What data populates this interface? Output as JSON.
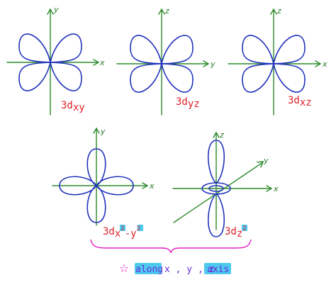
{
  "panels": [
    {
      "orbital": "3dxy",
      "label_main": "3d",
      "label_sub": "xy",
      "axis_h": "x",
      "axis_v": "y"
    },
    {
      "orbital": "3dyz",
      "label_main": "3d",
      "label_sub": "yz",
      "axis_h": "y",
      "axis_v": "z"
    },
    {
      "orbital": "3dxz",
      "label_main": "3d",
      "label_sub": "xz",
      "axis_h": "x",
      "axis_v": "z"
    },
    {
      "orbital": "3dx2-y2",
      "label_main": "3d",
      "label_sub_x": "x",
      "label_sup_2a": "2",
      "label_dash_y": "-y",
      "label_sup_2b": "2",
      "axis_h": "x",
      "axis_v": "y"
    },
    {
      "orbital": "3dz2",
      "label_main": "3d",
      "label_sub_z": "z",
      "label_sup_2": "2",
      "axis_h": "x",
      "axis_v": "z",
      "axis_diag": "y"
    }
  ],
  "note": {
    "star": "☆",
    "text_along": "along",
    "text_xyz": "x , y , z",
    "text_axis": "axis"
  },
  "colors": {
    "axis": "#2a8a2a",
    "lobe": "#2233bb",
    "label": "#e0202a",
    "brace": "#e020c0",
    "note": "#6a2bd8",
    "highlight": "#4ec9ee"
  }
}
